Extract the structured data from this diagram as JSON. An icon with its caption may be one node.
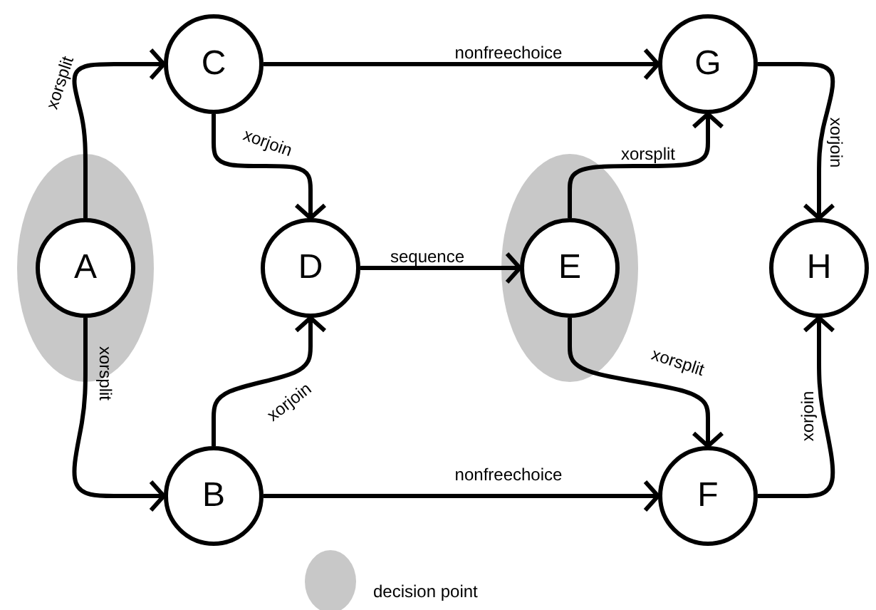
{
  "diagram": {
    "nodes": [
      {
        "text": [],
        "shape": "ellipse"
      },
      {
        "text": [
          "A"
        ],
        "in": 0
      },
      {
        "text": [
          "C"
        ]
      },
      {
        "text": [
          "B"
        ]
      },
      {
        "text": [
          "D"
        ]
      },
      {
        "text": [],
        "shape": "ellipse"
      },
      {
        "text": [
          "E"
        ],
        "in": 5
      },
      {
        "text": [
          "G"
        ]
      },
      {
        "text": [
          "F"
        ]
      },
      {
        "text": [
          "H"
        ]
      }
    ],
    "edges": [
      {
        "from": 1,
        "to": 2,
        "arrow": "to",
        "label": "xorsplit"
      },
      {
        "from": 1,
        "to": 3,
        "arrow": "to",
        "label": "xorsplit"
      },
      {
        "from": 2,
        "to": 4,
        "arrow": "to",
        "label": "xorjoin"
      },
      {
        "from": 3,
        "to": 4,
        "arrow": "to",
        "label": "xorjoin"
      },
      {
        "from": 2,
        "to": 7,
        "arrow": "to",
        "label": "nonfreechoice"
      },
      {
        "from": 4,
        "to": 6,
        "arrow": "to",
        "label": "sequence"
      },
      {
        "from": 6,
        "to": 7,
        "arrow": "to",
        "label": "xorsplit"
      },
      {
        "from": 6,
        "to": 8,
        "arrow": "to",
        "label": "xorsplit"
      },
      {
        "from": 3,
        "to": 8,
        "arrow": "to",
        "label": "nonfreechoice"
      },
      {
        "from": 7,
        "to": 9,
        "arrow": "to",
        "label": "xorjoin"
      },
      {
        "from": 8,
        "to": 9,
        "arrow": "to",
        "label": "xorjoin"
      }
    ],
    "legend": [
      {
        "text": "decision point",
        "color": "#c8c8c8"
      }
    ]
  }
}
